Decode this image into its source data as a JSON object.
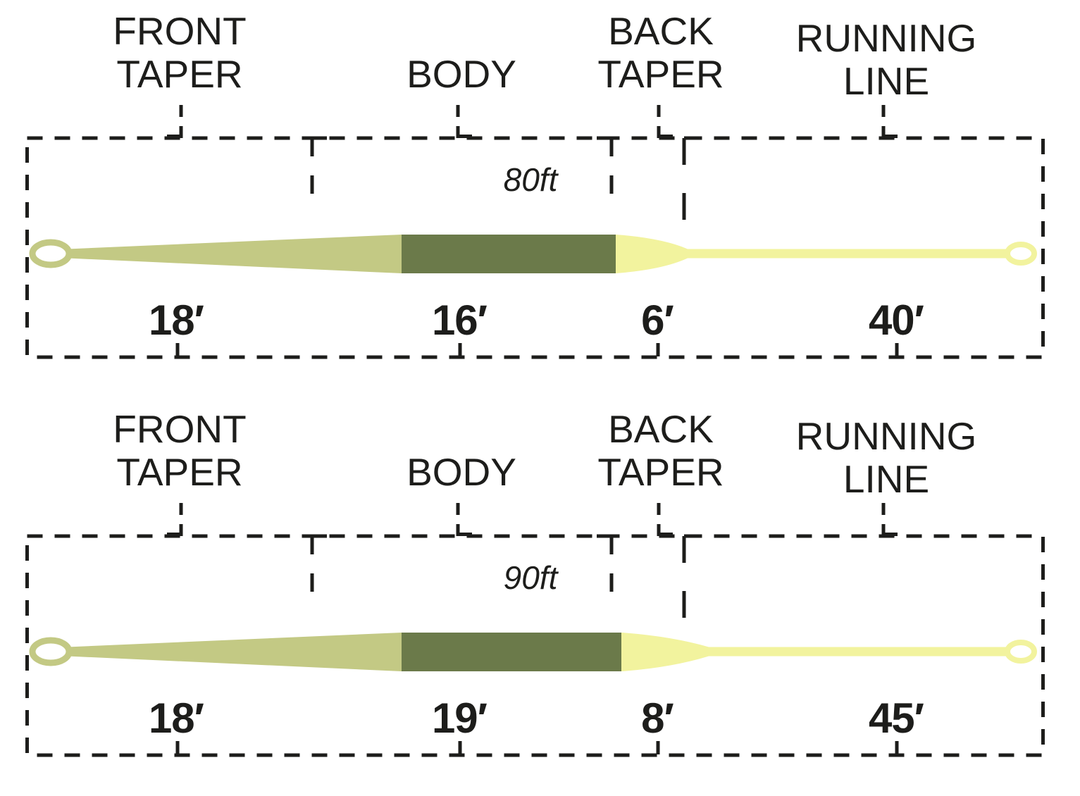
{
  "colors": {
    "front_taper": "#c3c984",
    "body": "#6b7a4a",
    "running_line": "#f2f39e",
    "ink": "#1d1d1b",
    "background": "#ffffff"
  },
  "diagrams": [
    {
      "total_length": "80ft",
      "total_length_ft": 80,
      "sections": [
        {
          "name": "front-taper",
          "label": "FRONT\nTAPER",
          "length": "18′",
          "length_ft": 18
        },
        {
          "name": "body",
          "label": "BODY",
          "length": "16′",
          "length_ft": 16
        },
        {
          "name": "back-taper",
          "label": "BACK\nTAPER",
          "length": "6′",
          "length_ft": 6
        },
        {
          "name": "running-line",
          "label": "RUNNING\nLINE",
          "length": "40′",
          "length_ft": 40
        }
      ]
    },
    {
      "total_length": "90ft",
      "total_length_ft": 90,
      "sections": [
        {
          "name": "front-taper",
          "label": "FRONT\nTAPER",
          "length": "18′",
          "length_ft": 18
        },
        {
          "name": "body",
          "label": "BODY",
          "length": "19′",
          "length_ft": 19
        },
        {
          "name": "back-taper",
          "label": "BACK\nTAPER",
          "length": "8′",
          "length_ft": 8
        },
        {
          "name": "running-line",
          "label": "RUNNING\nLINE",
          "length": "45′",
          "length_ft": 45
        }
      ]
    }
  ]
}
